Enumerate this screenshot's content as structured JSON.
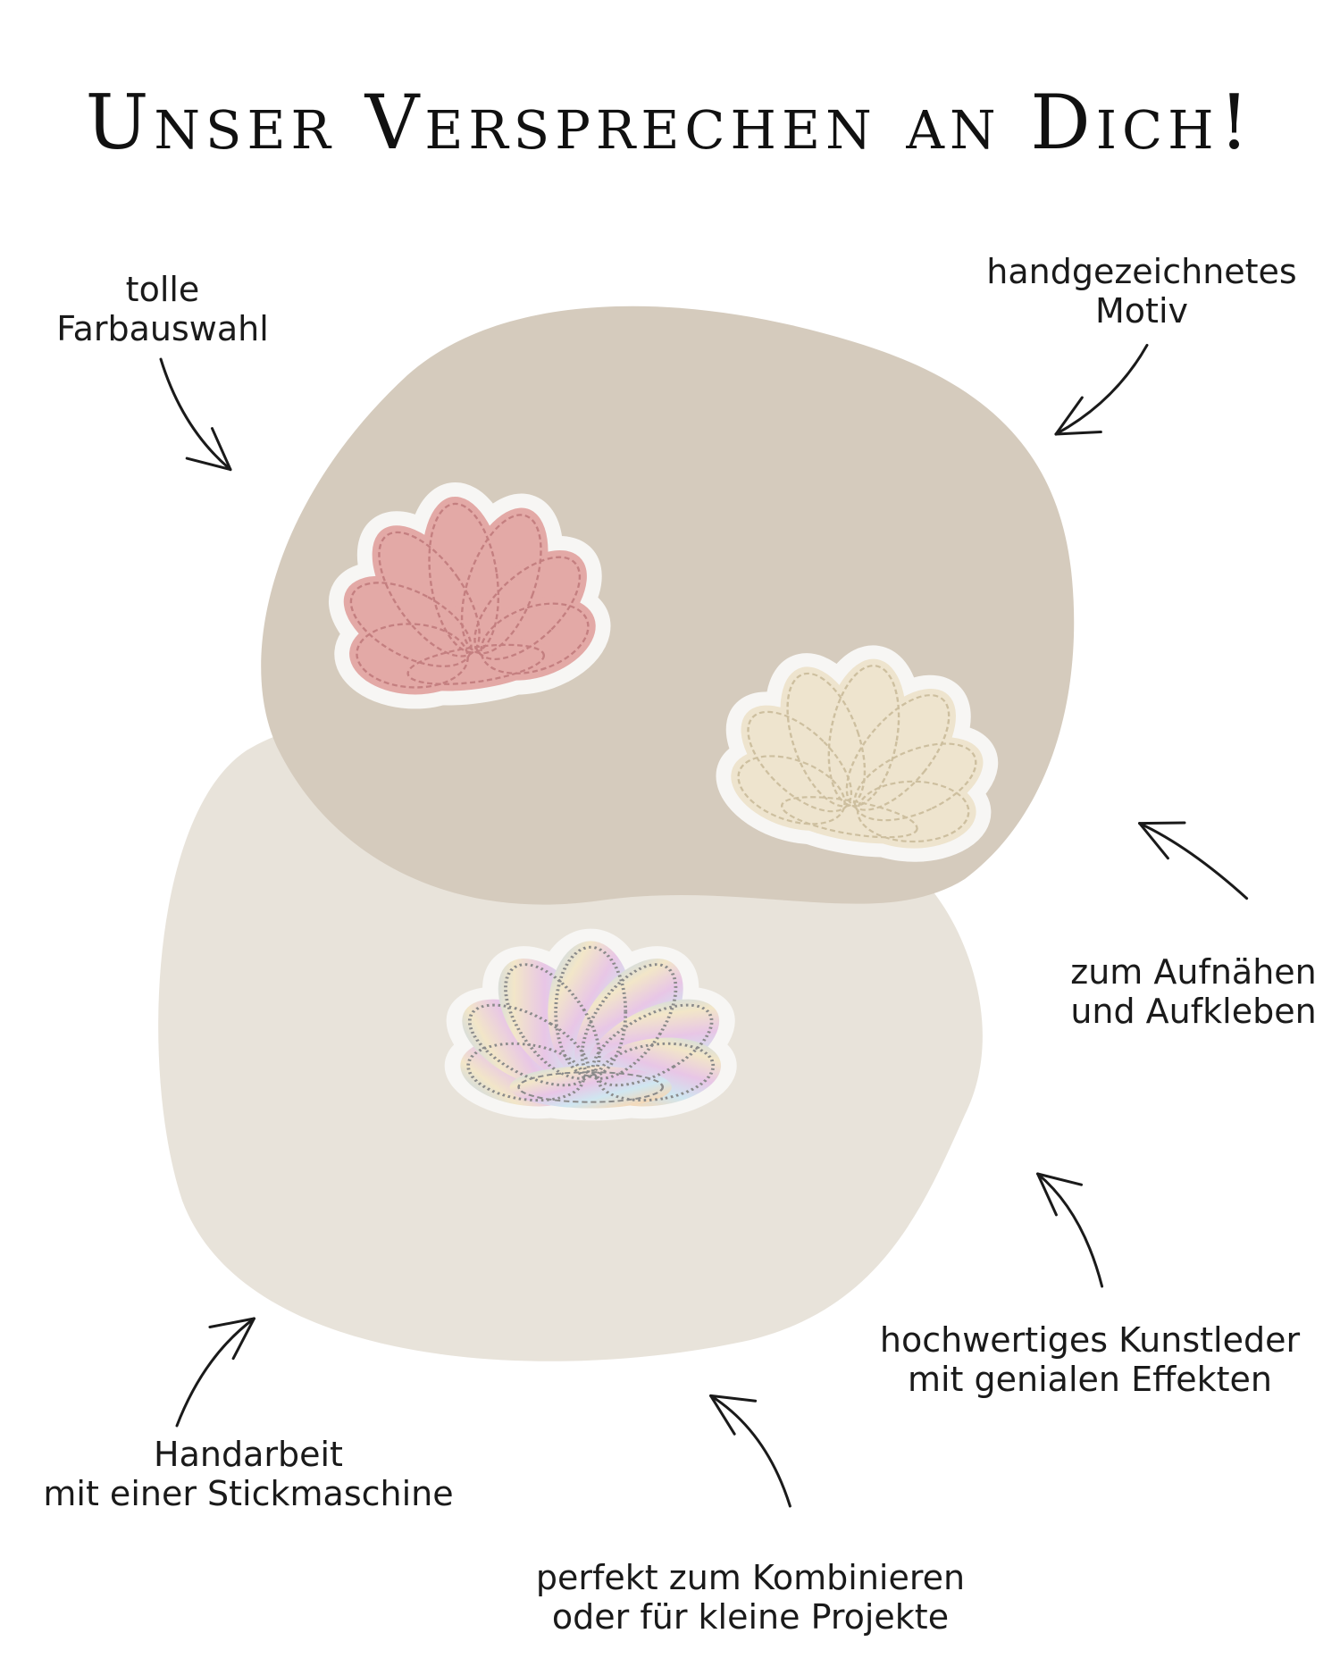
{
  "title": "Unser Versprechen an Dich!",
  "colors": {
    "blob_dark": "#d5cbbd",
    "blob_light": "#e8e3da",
    "felt": "#f7f6f4",
    "pink": "#e3a9a6",
    "pink_stitch": "#c47f80",
    "cream": "#eee4ce",
    "cream_stitch": "#cdbf9f",
    "holo_stitch": "#8a8a8a"
  },
  "labels": {
    "farbauswahl": {
      "line1": "tolle",
      "line2": "Farbauswahl"
    },
    "motiv": {
      "line1": "handgezeichnetes",
      "line2": "Motiv"
    },
    "aufnaehen": {
      "line1": "zum Aufnähen",
      "line2": "und Aufkleben"
    },
    "kunstleder": {
      "line1": "hochwertiges Kunstleder",
      "line2": "mit genialen Effekten"
    },
    "handarbeit": {
      "line1": "Handarbeit",
      "line2": "mit einer Stickmaschine"
    },
    "kombinieren": {
      "line1": "perfekt zum Kombinieren",
      "line2": "oder für kleine Projekte"
    }
  },
  "images": {
    "pink_shell": "pink-shell-patch",
    "cream_shell": "cream-shell-patch",
    "holo_shell": "holographic-shell-patch"
  }
}
